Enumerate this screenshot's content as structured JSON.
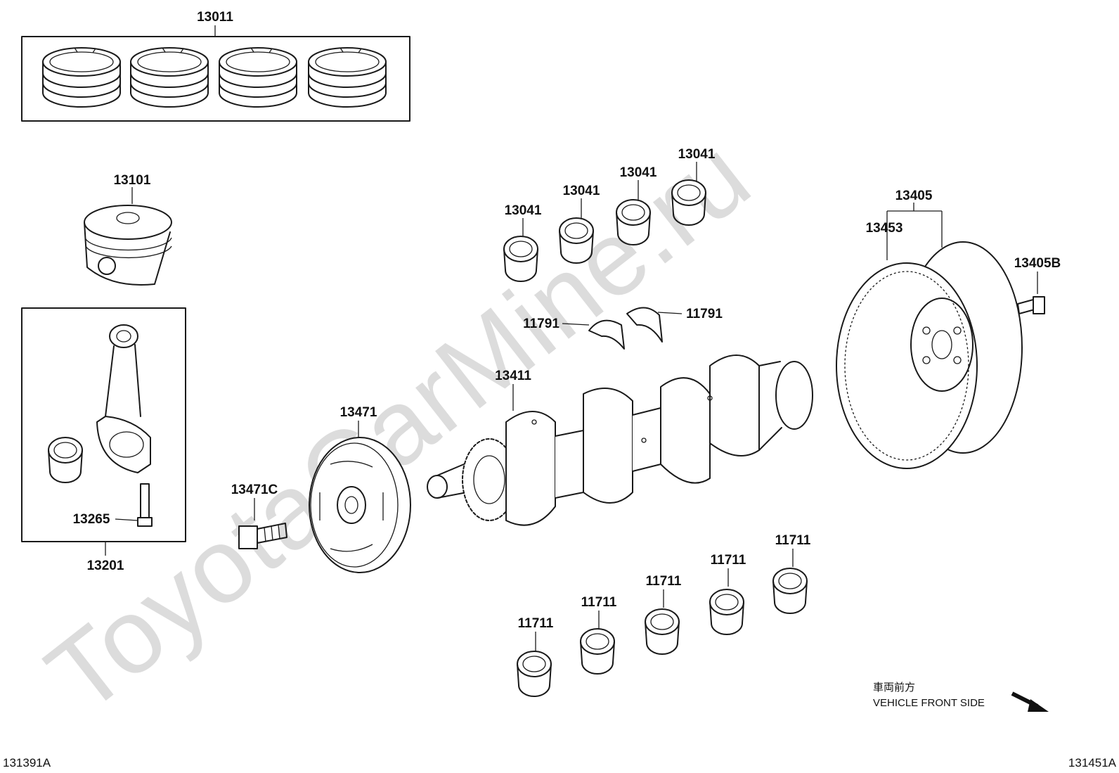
{
  "watermark": "ToyotaCarMine.ru",
  "labels": {
    "piston_ring_set": "13011",
    "piston": "13101",
    "conrod_assy": "13201",
    "conrod_bolt": "13265",
    "conrod_bearing_1": "13041",
    "conrod_bearing_2": "13041",
    "conrod_bearing_3": "13041",
    "conrod_bearing_4": "13041",
    "thrust_washer_left": "11791",
    "thrust_washer_right": "11791",
    "crankshaft": "13411",
    "crank_pulley": "13471",
    "pulley_bolt": "13471C",
    "flywheel": "13405",
    "ring_gear": "13453",
    "flywheel_bolt": "13405B",
    "main_bearing_1": "11711",
    "main_bearing_2": "11711",
    "main_bearing_3": "11711",
    "main_bearing_4": "11711",
    "main_bearing_5": "11711"
  },
  "front_note": {
    "japanese": "車両前方",
    "english": "VEHICLE FRONT SIDE"
  },
  "corner_codes": {
    "left": "131391A",
    "right": "131451A"
  }
}
